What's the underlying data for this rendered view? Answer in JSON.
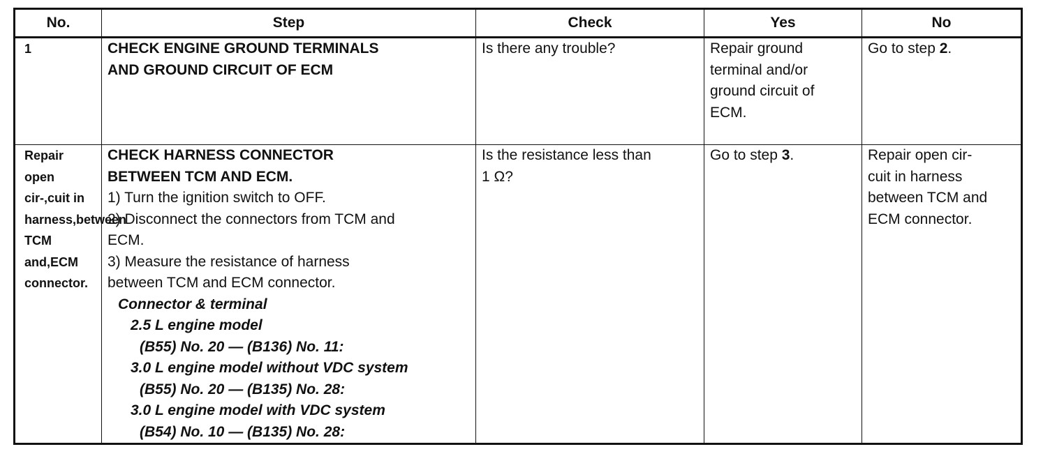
{
  "headers": {
    "no": "No.",
    "step": "Step",
    "check": "Check",
    "yes": "Yes",
    "no_col": "No"
  },
  "rows": [
    {
      "no": "1",
      "step_title": [
        "CHECK ENGINE GROUND TERMINALS",
        "AND GROUND CIRCUIT OF ECM"
      ],
      "check": "Is there any trouble?",
      "yes": [
        "Repair ground",
        "terminal and/or",
        "ground circuit of",
        "ECM."
      ],
      "no_prefix": "Go to step ",
      "no_ref": "2",
      "no_suffix": "."
    },
    {
      "no": [
        "Repair open cir-",
        "cuit in harness",
        "between TCM and",
        "ECM connector."
      ],
      "step_title": [
        "CHECK HARNESS CONNECTOR",
        "BETWEEN TCM AND ECM."
      ],
      "step_lines": [
        "1) Turn the ignition switch to OFF.",
        "2) Disconnect the connectors from TCM and",
        "ECM.",
        "3) Measure the resistance of harness",
        "between TCM and ECM connector."
      ],
      "spec_heading": "Connector & terminal",
      "specs": [
        {
          "model": "2.5 L engine model",
          "terminal": "(B55) No. 20 — (B136) No. 11:"
        },
        {
          "model": "3.0 L engine model without VDC system",
          "terminal": "(B55) No. 20 — (B135) No. 28:"
        },
        {
          "model": "3.0 L engine model with VDC system",
          "terminal": "(B54) No. 10 — (B135) No. 28:"
        }
      ],
      "check": [
        "Is the resistance less than",
        "1 Ω?"
      ],
      "yes_prefix": "Go to step ",
      "yes_ref": "3",
      "yes_suffix": "."
    }
  ]
}
